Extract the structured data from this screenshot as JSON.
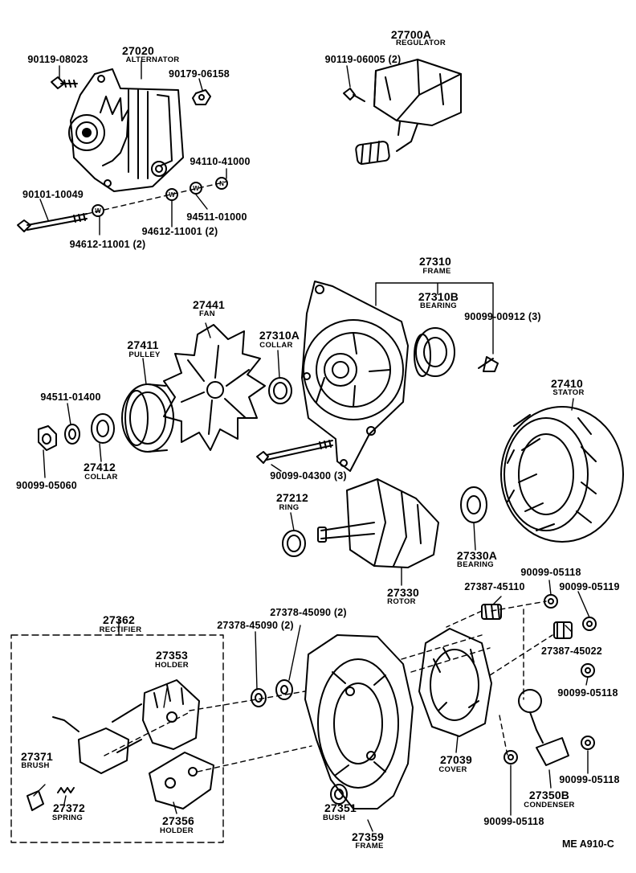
{
  "parts": {
    "p27020": {
      "num": "27020",
      "name": "ALTERNATOR"
    },
    "p27700A": {
      "num": "27700A",
      "name": "REGULATOR"
    },
    "p90119_08023": {
      "num": "90119-08023"
    },
    "p90179_06158": {
      "num": "90179-06158"
    },
    "p90119_06005": {
      "num": "90119-06005 (2)"
    },
    "p94110_41000": {
      "num": "94110-41000"
    },
    "p90101_10049": {
      "num": "90101-10049"
    },
    "p94511_01000": {
      "num": "94511-01000"
    },
    "p94612_11001_a": {
      "num": "94612-11001 (2)"
    },
    "p94612_11001_b": {
      "num": "94612-11001 (2)"
    },
    "p27310": {
      "num": "27310",
      "name": "FRAME"
    },
    "p27310B": {
      "num": "27310B",
      "name": "BEARING"
    },
    "p90099_00912": {
      "num": "90099-00912 (3)"
    },
    "p27441": {
      "num": "27441",
      "name": "FAN"
    },
    "p27310A": {
      "num": "27310A",
      "name": "COLLAR"
    },
    "p27411": {
      "num": "27411",
      "name": "PULLEY"
    },
    "p94511_01400": {
      "num": "94511-01400"
    },
    "p27412": {
      "num": "27412",
      "name": "COLLAR"
    },
    "p90099_05060": {
      "num": "90099-05060"
    },
    "p90099_04300": {
      "num": "90099-04300 (3)"
    },
    "p27410": {
      "num": "27410",
      "name": "STATOR"
    },
    "p27212": {
      "num": "27212",
      "name": "RING"
    },
    "p27330A": {
      "num": "27330A",
      "name": "BEARING"
    },
    "p27330": {
      "num": "27330",
      "name": "ROTOR"
    },
    "p27362": {
      "num": "27362",
      "name": "RECTIFIER"
    },
    "p27353": {
      "num": "27353",
      "name": "HOLDER"
    },
    "p27378_45090_a": {
      "num": "27378-45090 (2)"
    },
    "p27378_45090_b": {
      "num": "27378-45090 (2)"
    },
    "p27387_45110": {
      "num": "27387-45110"
    },
    "p90099_05118_a": {
      "num": "90099-05118"
    },
    "p90099_05119": {
      "num": "90099-05119"
    },
    "p27387_45022": {
      "num": "27387-45022"
    },
    "p90099_05118_b": {
      "num": "90099-05118"
    },
    "p27371": {
      "num": "27371",
      "name": "BRUSH"
    },
    "p27372": {
      "num": "27372",
      "name": "SPRING"
    },
    "p27356": {
      "num": "27356",
      "name": "HOLDER"
    },
    "p27351": {
      "num": "27351",
      "name": "BUSH"
    },
    "p27359": {
      "num": "27359",
      "name": "FRAME"
    },
    "p27039": {
      "num": "27039",
      "name": "COVER"
    },
    "p27350B": {
      "num": "27350B",
      "name": "CONDENSER"
    },
    "p90099_05118_c": {
      "num": "90099-05118"
    },
    "p90099_05118_d": {
      "num": "90099-05118"
    }
  },
  "washer_marks": {
    "w": "W",
    "n": "N"
  },
  "footer": {
    "code": "ME  A910-C"
  }
}
